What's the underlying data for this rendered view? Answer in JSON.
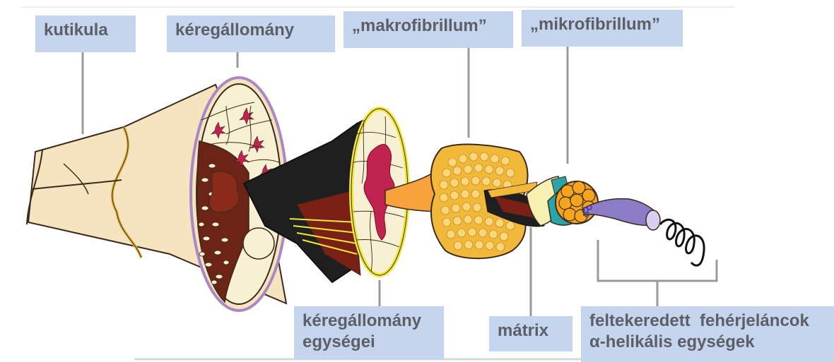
{
  "labels": {
    "kutikula": "kutikula",
    "keregallomany": "kéregállomány",
    "makrofibrillum": "„makrofibrillum”",
    "mikrofibrillum": "„mikrofibrillum”",
    "keregallomany_egysegei_line1": "kéregállomány",
    "keregallomany_egysegei_line2": "egységei",
    "matrix": "mátrix",
    "feltekeredett_line1": "feltekeredett  fehérjeláncok",
    "feltekeredett_line2": "α-helikális egységek"
  },
  "colors": {
    "label_background": "#c6d5ee",
    "label_text": "#5c5f66",
    "cuticle_fill": "#f6e3c0",
    "cortex_dark": "#6b2416",
    "cortex_cells": "#f8f0d2",
    "cell_core": "#c0234f",
    "outline_purple": "#a988c3",
    "macrofibril_orange": "#f7a23b",
    "yellow_rim": "#f0e83a",
    "fiber_yellow": "#f1b83a",
    "microfibril_teal": "#2aa4a9",
    "microfibril_orange": "#f4a51d",
    "alpha_helix_purple": "#8c7bc6",
    "leader_line": "#9a9a9a"
  }
}
